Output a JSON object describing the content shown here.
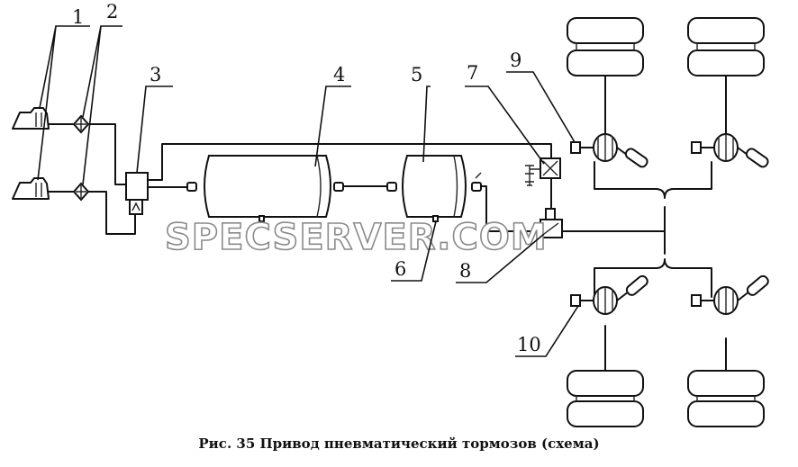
{
  "caption": "Рис. 35 Привод пневматический тормозов (схема)",
  "watermark": "SPECSERVER.COM",
  "callouts": [
    "1",
    "2",
    "3",
    "4",
    "5",
    "6",
    "7",
    "8",
    "9",
    "10"
  ]
}
